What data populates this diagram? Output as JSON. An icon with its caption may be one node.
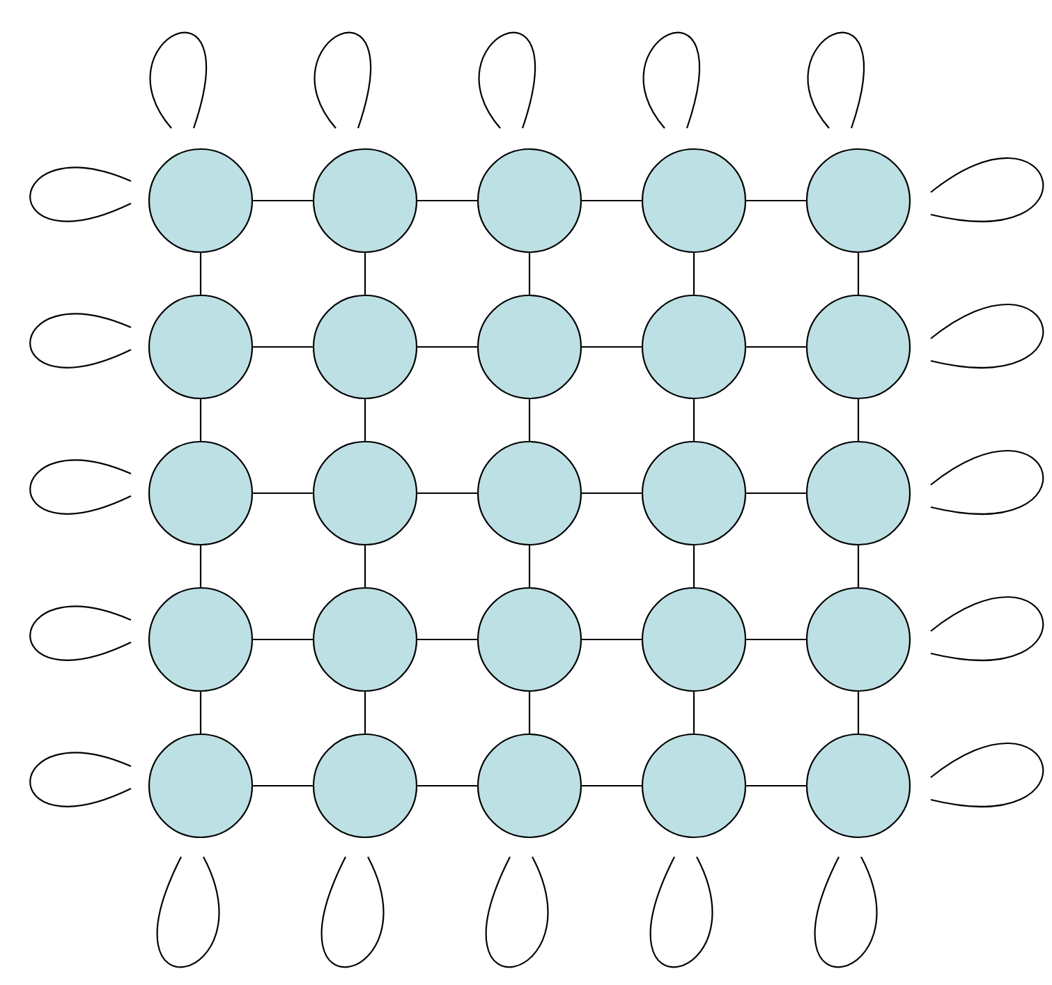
{
  "diagram": {
    "nodes": [
      {
        "text": [],
        "shape": "circle"
      },
      {
        "text": [],
        "shape": "circle"
      },
      {
        "text": [],
        "shape": "circle"
      },
      {
        "text": [],
        "shape": "circle"
      },
      {
        "text": [],
        "shape": "circle"
      },
      {
        "text": [],
        "shape": "circle"
      },
      {
        "text": [],
        "shape": "circle"
      },
      {
        "text": [],
        "shape": "circle"
      },
      {
        "text": [],
        "shape": "circle"
      },
      {
        "text": [],
        "shape": "circle"
      },
      {
        "text": [],
        "shape": "circle"
      },
      {
        "text": [],
        "shape": "circle"
      },
      {
        "text": [],
        "shape": "circle"
      },
      {
        "text": [],
        "shape": "circle"
      },
      {
        "text": [],
        "shape": "circle"
      },
      {
        "text": [],
        "shape": "circle"
      },
      {
        "text": [],
        "shape": "circle"
      },
      {
        "text": [],
        "shape": "circle"
      },
      {
        "text": [],
        "shape": "circle"
      },
      {
        "text": [],
        "shape": "circle"
      },
      {
        "text": [],
        "shape": "circle"
      },
      {
        "text": [],
        "shape": "circle"
      },
      {
        "text": [],
        "shape": "circle"
      },
      {
        "text": [],
        "shape": "circle"
      },
      {
        "text": [],
        "shape": "circle"
      }
    ],
    "edges": [
      {
        "from": 0,
        "to": 1,
        "arrow": "none"
      },
      {
        "from": 1,
        "to": 2,
        "arrow": "none"
      },
      {
        "from": 2,
        "to": 3,
        "arrow": "none"
      },
      {
        "from": 3,
        "to": 4,
        "arrow": "none"
      },
      {
        "from": 5,
        "to": 6,
        "arrow": "none"
      },
      {
        "from": 6,
        "to": 7,
        "arrow": "none"
      },
      {
        "from": 7,
        "to": 8,
        "arrow": "none"
      },
      {
        "from": 8,
        "to": 9,
        "arrow": "none"
      },
      {
        "from": 10,
        "to": 11,
        "arrow": "none"
      },
      {
        "from": 11,
        "to": 12,
        "arrow": "none"
      },
      {
        "from": 12,
        "to": 13,
        "arrow": "none"
      },
      {
        "from": 13,
        "to": 14,
        "arrow": "none"
      },
      {
        "from": 15,
        "to": 16,
        "arrow": "none"
      },
      {
        "from": 16,
        "to": 17,
        "arrow": "none"
      },
      {
        "from": 17,
        "to": 18,
        "arrow": "none"
      },
      {
        "from": 18,
        "to": 19,
        "arrow": "none"
      },
      {
        "from": 20,
        "to": 21,
        "arrow": "none"
      },
      {
        "from": 21,
        "to": 22,
        "arrow": "none"
      },
      {
        "from": 22,
        "to": 23,
        "arrow": "none"
      },
      {
        "from": 23,
        "to": 24,
        "arrow": "none"
      },
      {
        "from": 0,
        "to": 5,
        "arrow": "none"
      },
      {
        "from": 5,
        "to": 10,
        "arrow": "none"
      },
      {
        "from": 10,
        "to": 15,
        "arrow": "none"
      },
      {
        "from": 15,
        "to": 20,
        "arrow": "none"
      },
      {
        "from": 1,
        "to": 6,
        "arrow": "none"
      },
      {
        "from": 6,
        "to": 11,
        "arrow": "none"
      },
      {
        "from": 11,
        "to": 16,
        "arrow": "none"
      },
      {
        "from": 16,
        "to": 21,
        "arrow": "none"
      },
      {
        "from": 2,
        "to": 7,
        "arrow": "none"
      },
      {
        "from": 7,
        "to": 12,
        "arrow": "none"
      },
      {
        "from": 12,
        "to": 17,
        "arrow": "none"
      },
      {
        "from": 17,
        "to": 22,
        "arrow": "none"
      },
      {
        "from": 3,
        "to": 8,
        "arrow": "none"
      },
      {
        "from": 8,
        "to": 13,
        "arrow": "none"
      },
      {
        "from": 13,
        "to": 18,
        "arrow": "none"
      },
      {
        "from": 18,
        "to": 23,
        "arrow": "none"
      },
      {
        "from": 4,
        "to": 9,
        "arrow": "none"
      },
      {
        "from": 9,
        "to": 14,
        "arrow": "none"
      },
      {
        "from": 14,
        "to": 19,
        "arrow": "none"
      },
      {
        "from": 19,
        "to": 24,
        "arrow": "none"
      }
    ]
  }
}
